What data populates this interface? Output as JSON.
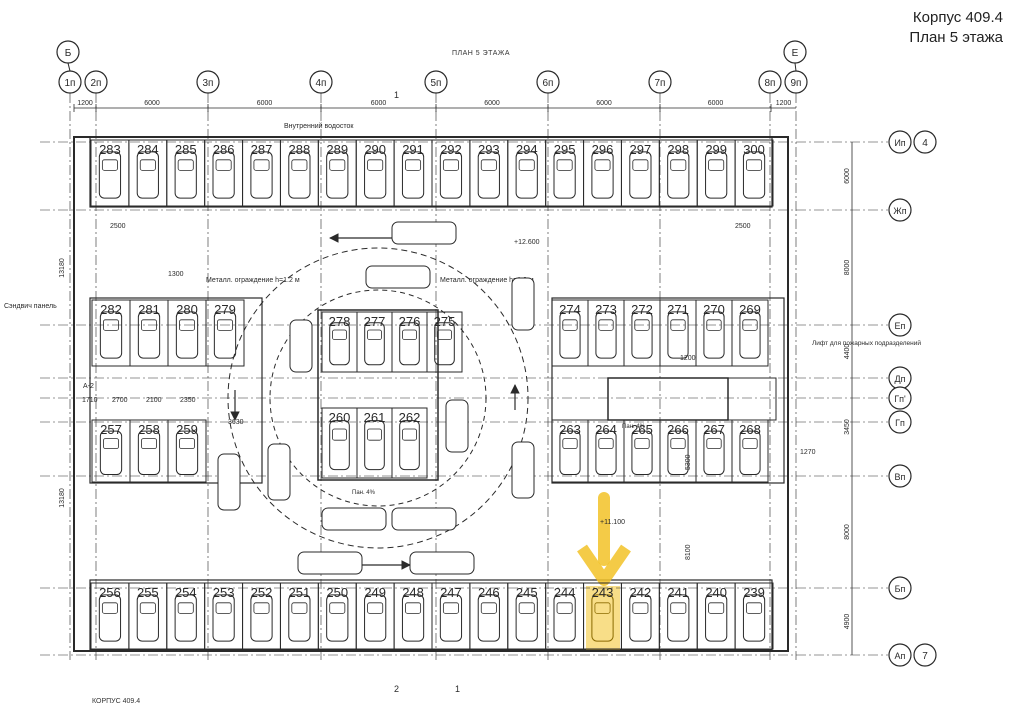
{
  "header": {
    "building": "Корпус 409.4",
    "floor": "План 5 этажа"
  },
  "plan_title": "ПЛАН 5 ЭТАЖА",
  "footer_label": "КОРПУС 409.4",
  "colors": {
    "ink": "#2a2a2a",
    "highlight": "#f2c227"
  },
  "axes_top": [
    {
      "label": "Б",
      "circle": true
    },
    {
      "label": "1п",
      "circle": true
    },
    {
      "label": "2п",
      "circle": true
    },
    {
      "label": "3п",
      "circle": true
    },
    {
      "label": "4п",
      "circle": true
    },
    {
      "label": "5п",
      "circle": true
    },
    {
      "label": "6п",
      "circle": true
    },
    {
      "label": "7п",
      "circle": true
    },
    {
      "label": "8п",
      "circle": true
    },
    {
      "label": "9п",
      "circle": true
    },
    {
      "label": "Е",
      "circle": true
    }
  ],
  "axes_right": [
    {
      "label": "Ип",
      "num": "4"
    },
    {
      "label": "Жп",
      "num": ""
    },
    {
      "label": "Еп",
      "num": ""
    },
    {
      "label": "Дп",
      "num": ""
    },
    {
      "label": "Гп'",
      "num": ""
    },
    {
      "label": "Гп",
      "num": ""
    },
    {
      "label": "Вп",
      "num": ""
    },
    {
      "label": "Бп",
      "num": ""
    },
    {
      "label": "Ап",
      "num": "7"
    }
  ],
  "dims_top": [
    "1200",
    "6000",
    "6000",
    "6000",
    "6000",
    "6000",
    "6000",
    "1200"
  ],
  "dims_right": [
    "6000",
    "8000",
    "4400",
    "3450",
    "8000",
    "4900"
  ],
  "dims_left": [
    "13180",
    "13180"
  ],
  "spots": {
    "row_top": [
      "283",
      "284",
      "285",
      "286",
      "287",
      "288",
      "289",
      "290",
      "291",
      "292",
      "293",
      "294",
      "295",
      "296",
      "297",
      "298",
      "299",
      "300"
    ],
    "row_mid_upper_left": [
      "282",
      "281",
      "280",
      "279"
    ],
    "row_mid_upper_center": [
      "278",
      "277",
      "276",
      "275"
    ],
    "row_mid_upper_right": [
      "274",
      "273",
      "272",
      "271",
      "270",
      "269"
    ],
    "row_mid_lower_left": [
      "257",
      "258",
      "259"
    ],
    "row_mid_lower_center": [
      "260",
      "261",
      "262"
    ],
    "row_mid_lower_right": [
      "263",
      "264",
      "265",
      "266",
      "267",
      "268"
    ],
    "row_bottom": [
      "256",
      "255",
      "254",
      "253",
      "252",
      "251",
      "250",
      "249",
      "248",
      "247",
      "246",
      "245",
      "244",
      "243",
      "242",
      "241",
      "240",
      "239"
    ]
  },
  "highlight_spot": "243",
  "annotations": {
    "drain": "Внутренний водосток",
    "fence_left": "Металл. ограждение h=1.2 м",
    "fence_center": "Металл. ограждение h=1.2 м",
    "sandwich": "Сэндвич панель",
    "fire_note": "Лифт для пожарных подразделений",
    "level_1": "+12.600",
    "level_2": "+11.100",
    "ramp_1": "Пан. 4%",
    "ramp_2": "Пан. 4%",
    "section_mark_1": "1",
    "section_mark_2": "2",
    "section_mark_3": "1",
    "room_a2": "А-2"
  },
  "dims_inner": {
    "d2500": "2500",
    "d1300": "1300",
    "d2100": "2100",
    "d1710": "1710",
    "d2700": "2700",
    "d2350": "2350",
    "d5300": "5300",
    "d8100": "8100",
    "d1270": "1270",
    "d1200": "1200",
    "d3630": "3630"
  }
}
